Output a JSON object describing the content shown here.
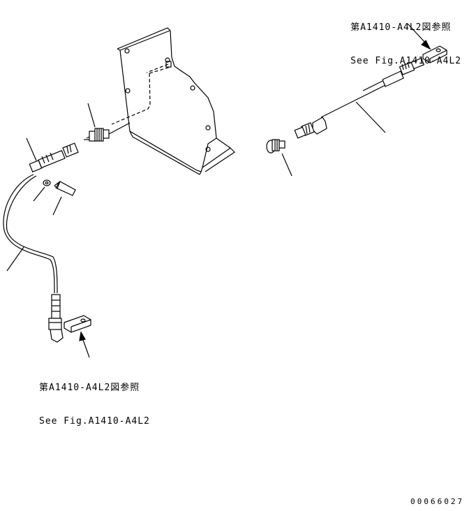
{
  "references": {
    "top_right": {
      "line1": "第A1410-A4L2図参照",
      "line2": "See Fig.A1410-A4L2"
    },
    "bottom_left": {
      "line1": "第A1410-A4L2図参照",
      "line2": "See Fig.A1410-A4L2"
    }
  },
  "drawing_id": "00066027",
  "stroke_color": "#000000",
  "background_color": "#ffffff"
}
